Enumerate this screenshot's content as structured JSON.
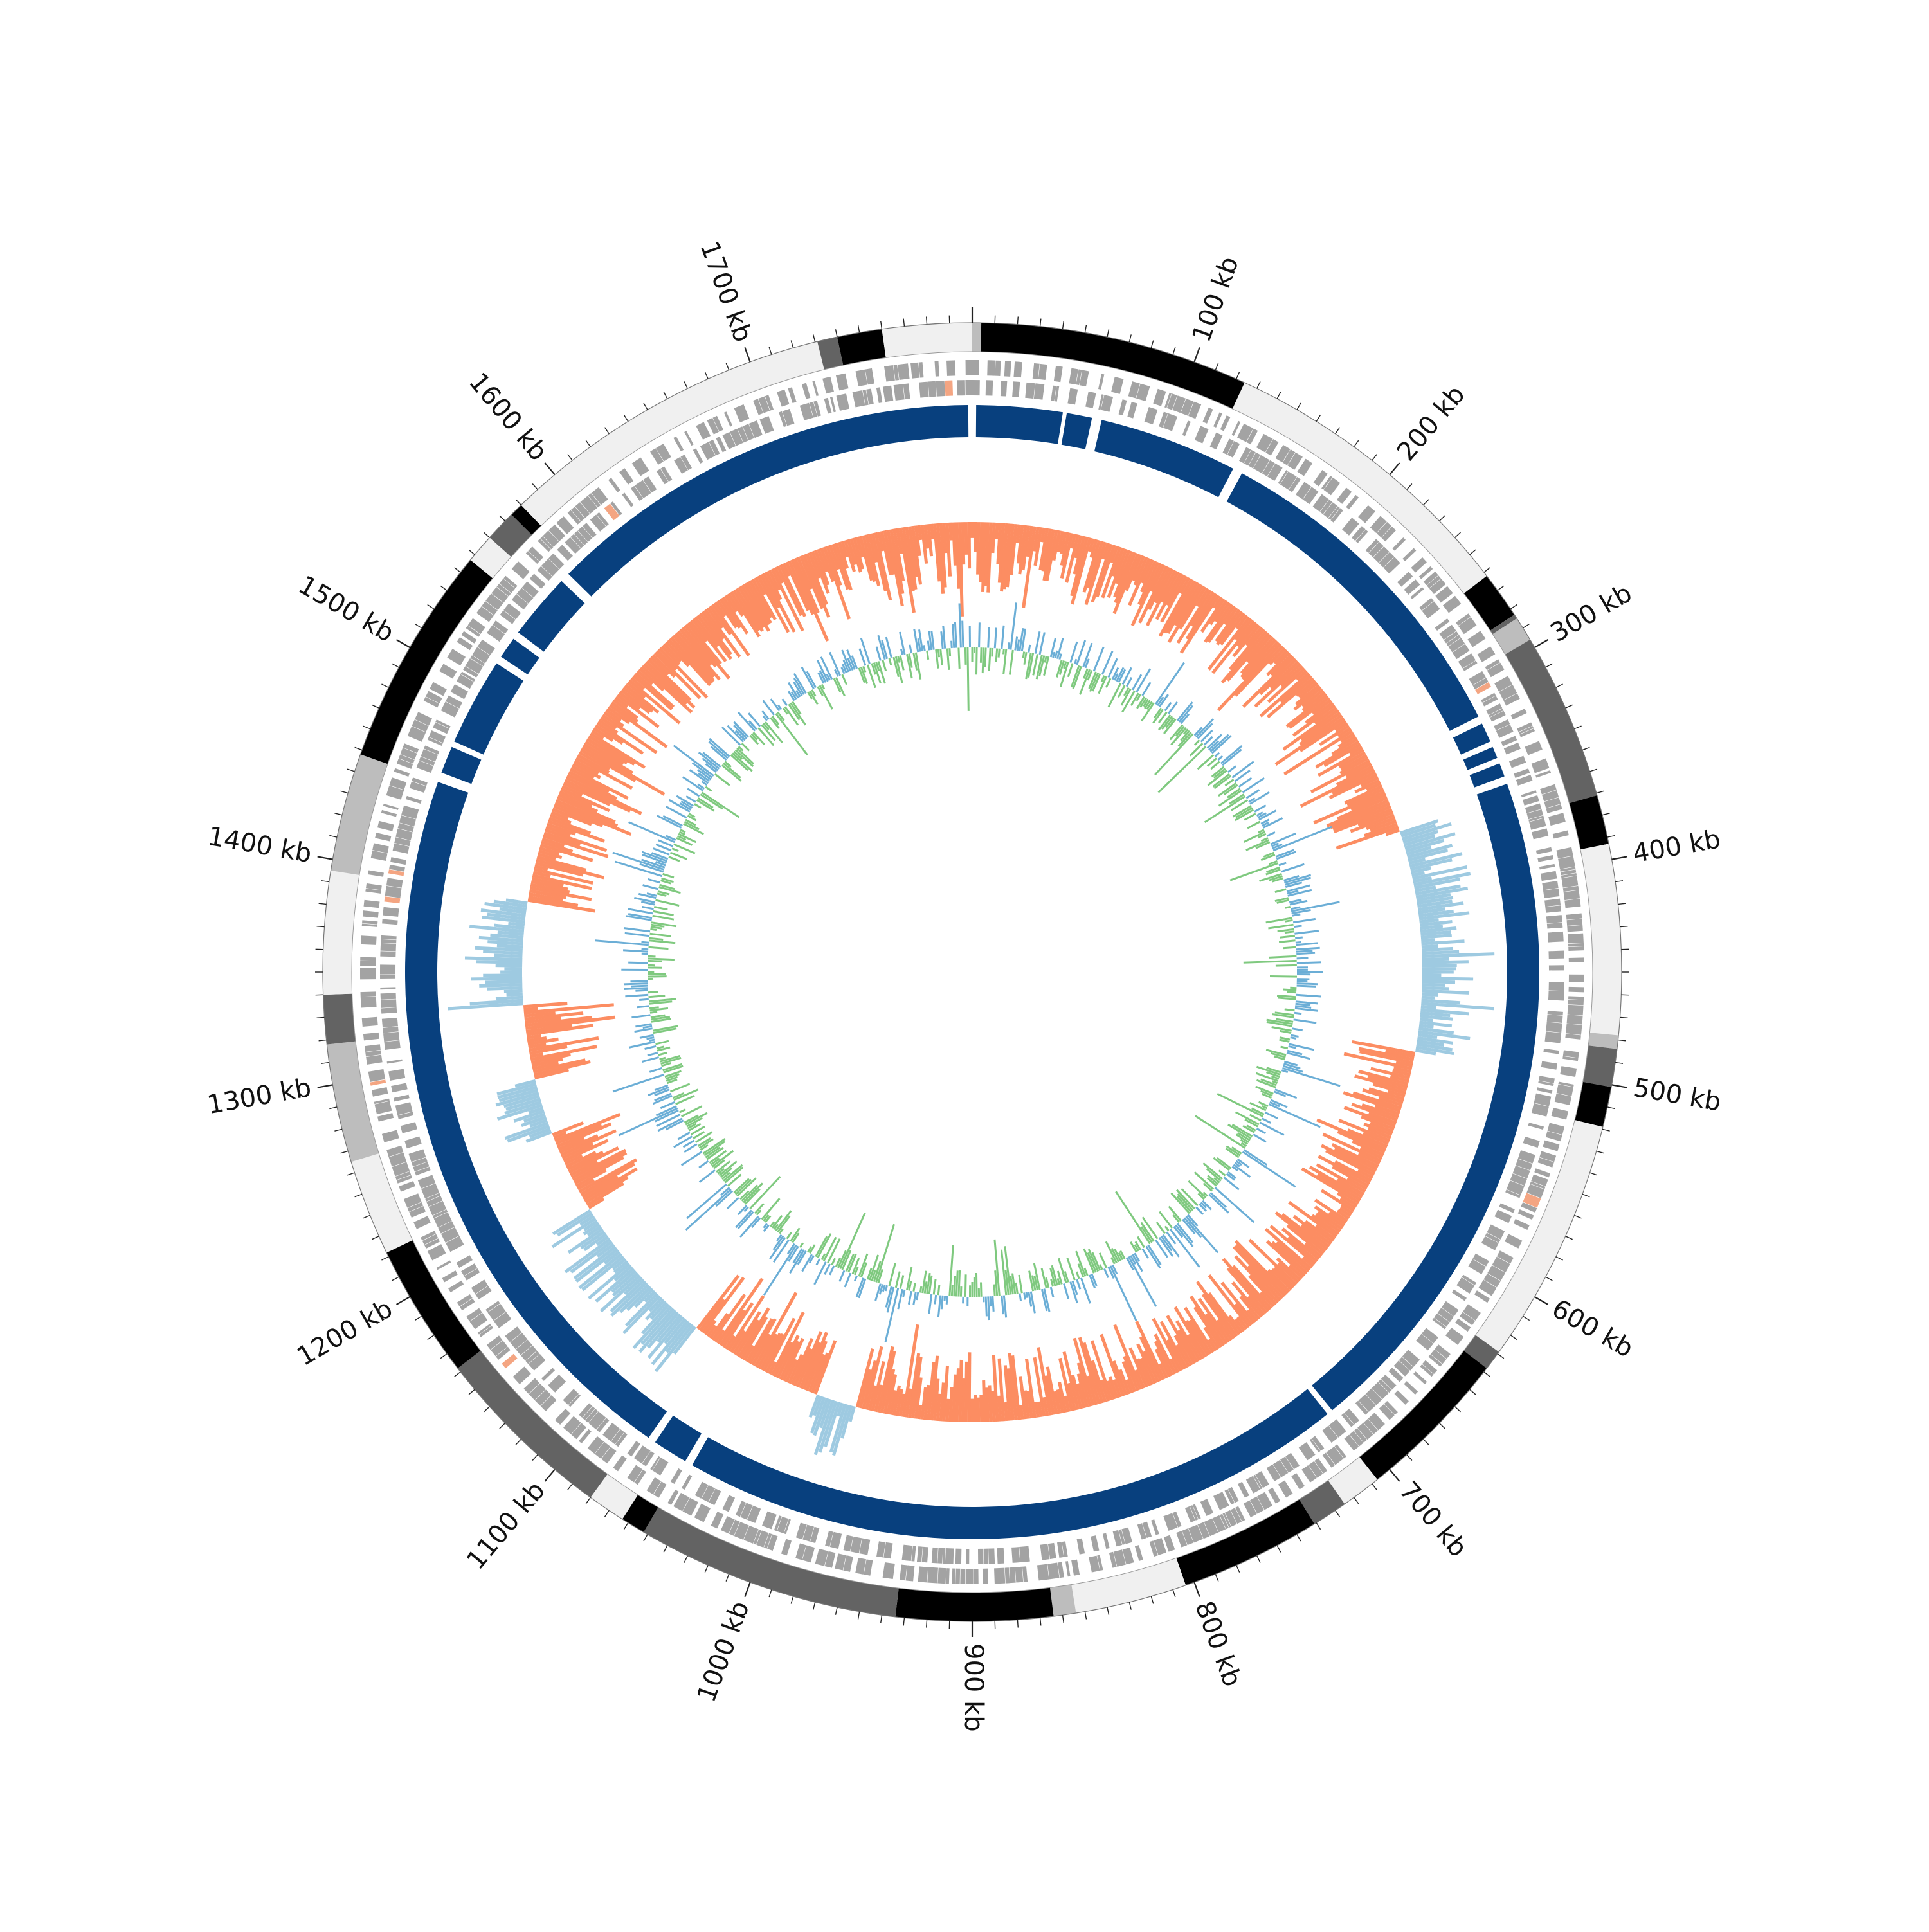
{
  "genome": {
    "total_kb": 1800,
    "unit": "kb",
    "tick_labels": [
      "100 kb",
      "200 kb",
      "300 kb",
      "400 kb",
      "500 kb",
      "600 kb",
      "700 kb",
      "800 kb",
      "900 kb",
      "1000 kb",
      "1100 kb",
      "1200 kb",
      "1300 kb",
      "1400 kb",
      "1500 kb",
      "1600 kb",
      "1700 kb"
    ],
    "tick_positions_kb": [
      100,
      200,
      300,
      400,
      500,
      600,
      700,
      800,
      900,
      1000,
      1100,
      1200,
      1300,
      1400,
      1500,
      1600,
      1700
    ],
    "minor_tick_step_kb": 10
  },
  "colors": {
    "contig_shades": [
      "#f0f0f0",
      "#bdbdbd",
      "#636363",
      "#000000"
    ],
    "gene_feature": "#a3a3a3",
    "gene_highlight": "#f4a582",
    "region_block": "#08407e",
    "gc_content_pos": "#fc8d62",
    "gc_content_neg": "#9ecae1",
    "gc_skew_pos": "#7fc97f",
    "gc_skew_neg": "#6baed6"
  },
  "chart_data": {
    "type": "circular-genome-map",
    "contigs_kb": [
      {
        "start": 0,
        "end": 4,
        "shade": 1
      },
      {
        "start": 4,
        "end": 124,
        "shade": 3
      },
      {
        "start": 124,
        "end": 262,
        "shade": 0
      },
      {
        "start": 262,
        "end": 283,
        "shade": 3
      },
      {
        "start": 283,
        "end": 285,
        "shade": 2
      },
      {
        "start": 285,
        "end": 296,
        "shade": 1
      },
      {
        "start": 296,
        "end": 371,
        "shade": 2
      },
      {
        "start": 371,
        "end": 393,
        "shade": 3
      },
      {
        "start": 393,
        "end": 478,
        "shade": 0
      },
      {
        "start": 478,
        "end": 484,
        "shade": 1
      },
      {
        "start": 484,
        "end": 501,
        "shade": 2
      },
      {
        "start": 501,
        "end": 519,
        "shade": 3
      },
      {
        "start": 519,
        "end": 629,
        "shade": 0
      },
      {
        "start": 629,
        "end": 638,
        "shade": 2
      },
      {
        "start": 638,
        "end": 707,
        "shade": 3
      },
      {
        "start": 707,
        "end": 725,
        "shade": 0
      },
      {
        "start": 725,
        "end": 741,
        "shade": 2
      },
      {
        "start": 741,
        "end": 804,
        "shade": 3
      },
      {
        "start": 804,
        "end": 854,
        "shade": 0
      },
      {
        "start": 854,
        "end": 864,
        "shade": 1
      },
      {
        "start": 864,
        "end": 934,
        "shade": 3
      },
      {
        "start": 934,
        "end": 1052,
        "shade": 2
      },
      {
        "start": 1052,
        "end": 1063,
        "shade": 3
      },
      {
        "start": 1063,
        "end": 1080,
        "shade": 0
      },
      {
        "start": 1080,
        "end": 1162,
        "shade": 2
      },
      {
        "start": 1162,
        "end": 1222,
        "shade": 3
      },
      {
        "start": 1222,
        "end": 1265,
        "shade": 0
      },
      {
        "start": 1265,
        "end": 1318,
        "shade": 1
      },
      {
        "start": 1318,
        "end": 1340,
        "shade": 2
      },
      {
        "start": 1340,
        "end": 1395,
        "shade": 0
      },
      {
        "start": 1395,
        "end": 1448,
        "shade": 1
      },
      {
        "start": 1448,
        "end": 1547,
        "shade": 3
      },
      {
        "start": 1547,
        "end": 1560,
        "shade": 0
      },
      {
        "start": 1560,
        "end": 1574,
        "shade": 2
      },
      {
        "start": 1574,
        "end": 1580,
        "shade": 3
      },
      {
        "start": 1580,
        "end": 1731,
        "shade": 0
      },
      {
        "start": 1731,
        "end": 1740,
        "shade": 2
      },
      {
        "start": 1740,
        "end": 1760,
        "shade": 3
      },
      {
        "start": 1760,
        "end": 1800,
        "shade": 0
      }
    ],
    "region_blocks_kb": [
      {
        "start": 2,
        "end": 46
      },
      {
        "start": 48,
        "end": 61
      },
      {
        "start": 66,
        "end": 137
      },
      {
        "start": 142,
        "end": 316
      },
      {
        "start": 320,
        "end": 330
      },
      {
        "start": 333,
        "end": 339
      },
      {
        "start": 342,
        "end": 349
      },
      {
        "start": 353,
        "end": 703
      },
      {
        "start": 706,
        "end": 1048
      },
      {
        "start": 1052,
        "end": 1070
      },
      {
        "start": 1074,
        "end": 1448
      },
      {
        "start": 1453,
        "end": 1467
      },
      {
        "start": 1470,
        "end": 1515
      },
      {
        "start": 1519,
        "end": 1530
      },
      {
        "start": 1534,
        "end": 1568
      },
      {
        "start": 1573,
        "end": 1798
      }
    ],
    "gc_content_negative_zones_kb": [
      [
        360,
        500
      ],
      [
        975,
        1000
      ],
      [
        1090,
        1190
      ],
      [
        1245,
        1280
      ],
      [
        1330,
        1395
      ]
    ]
  }
}
